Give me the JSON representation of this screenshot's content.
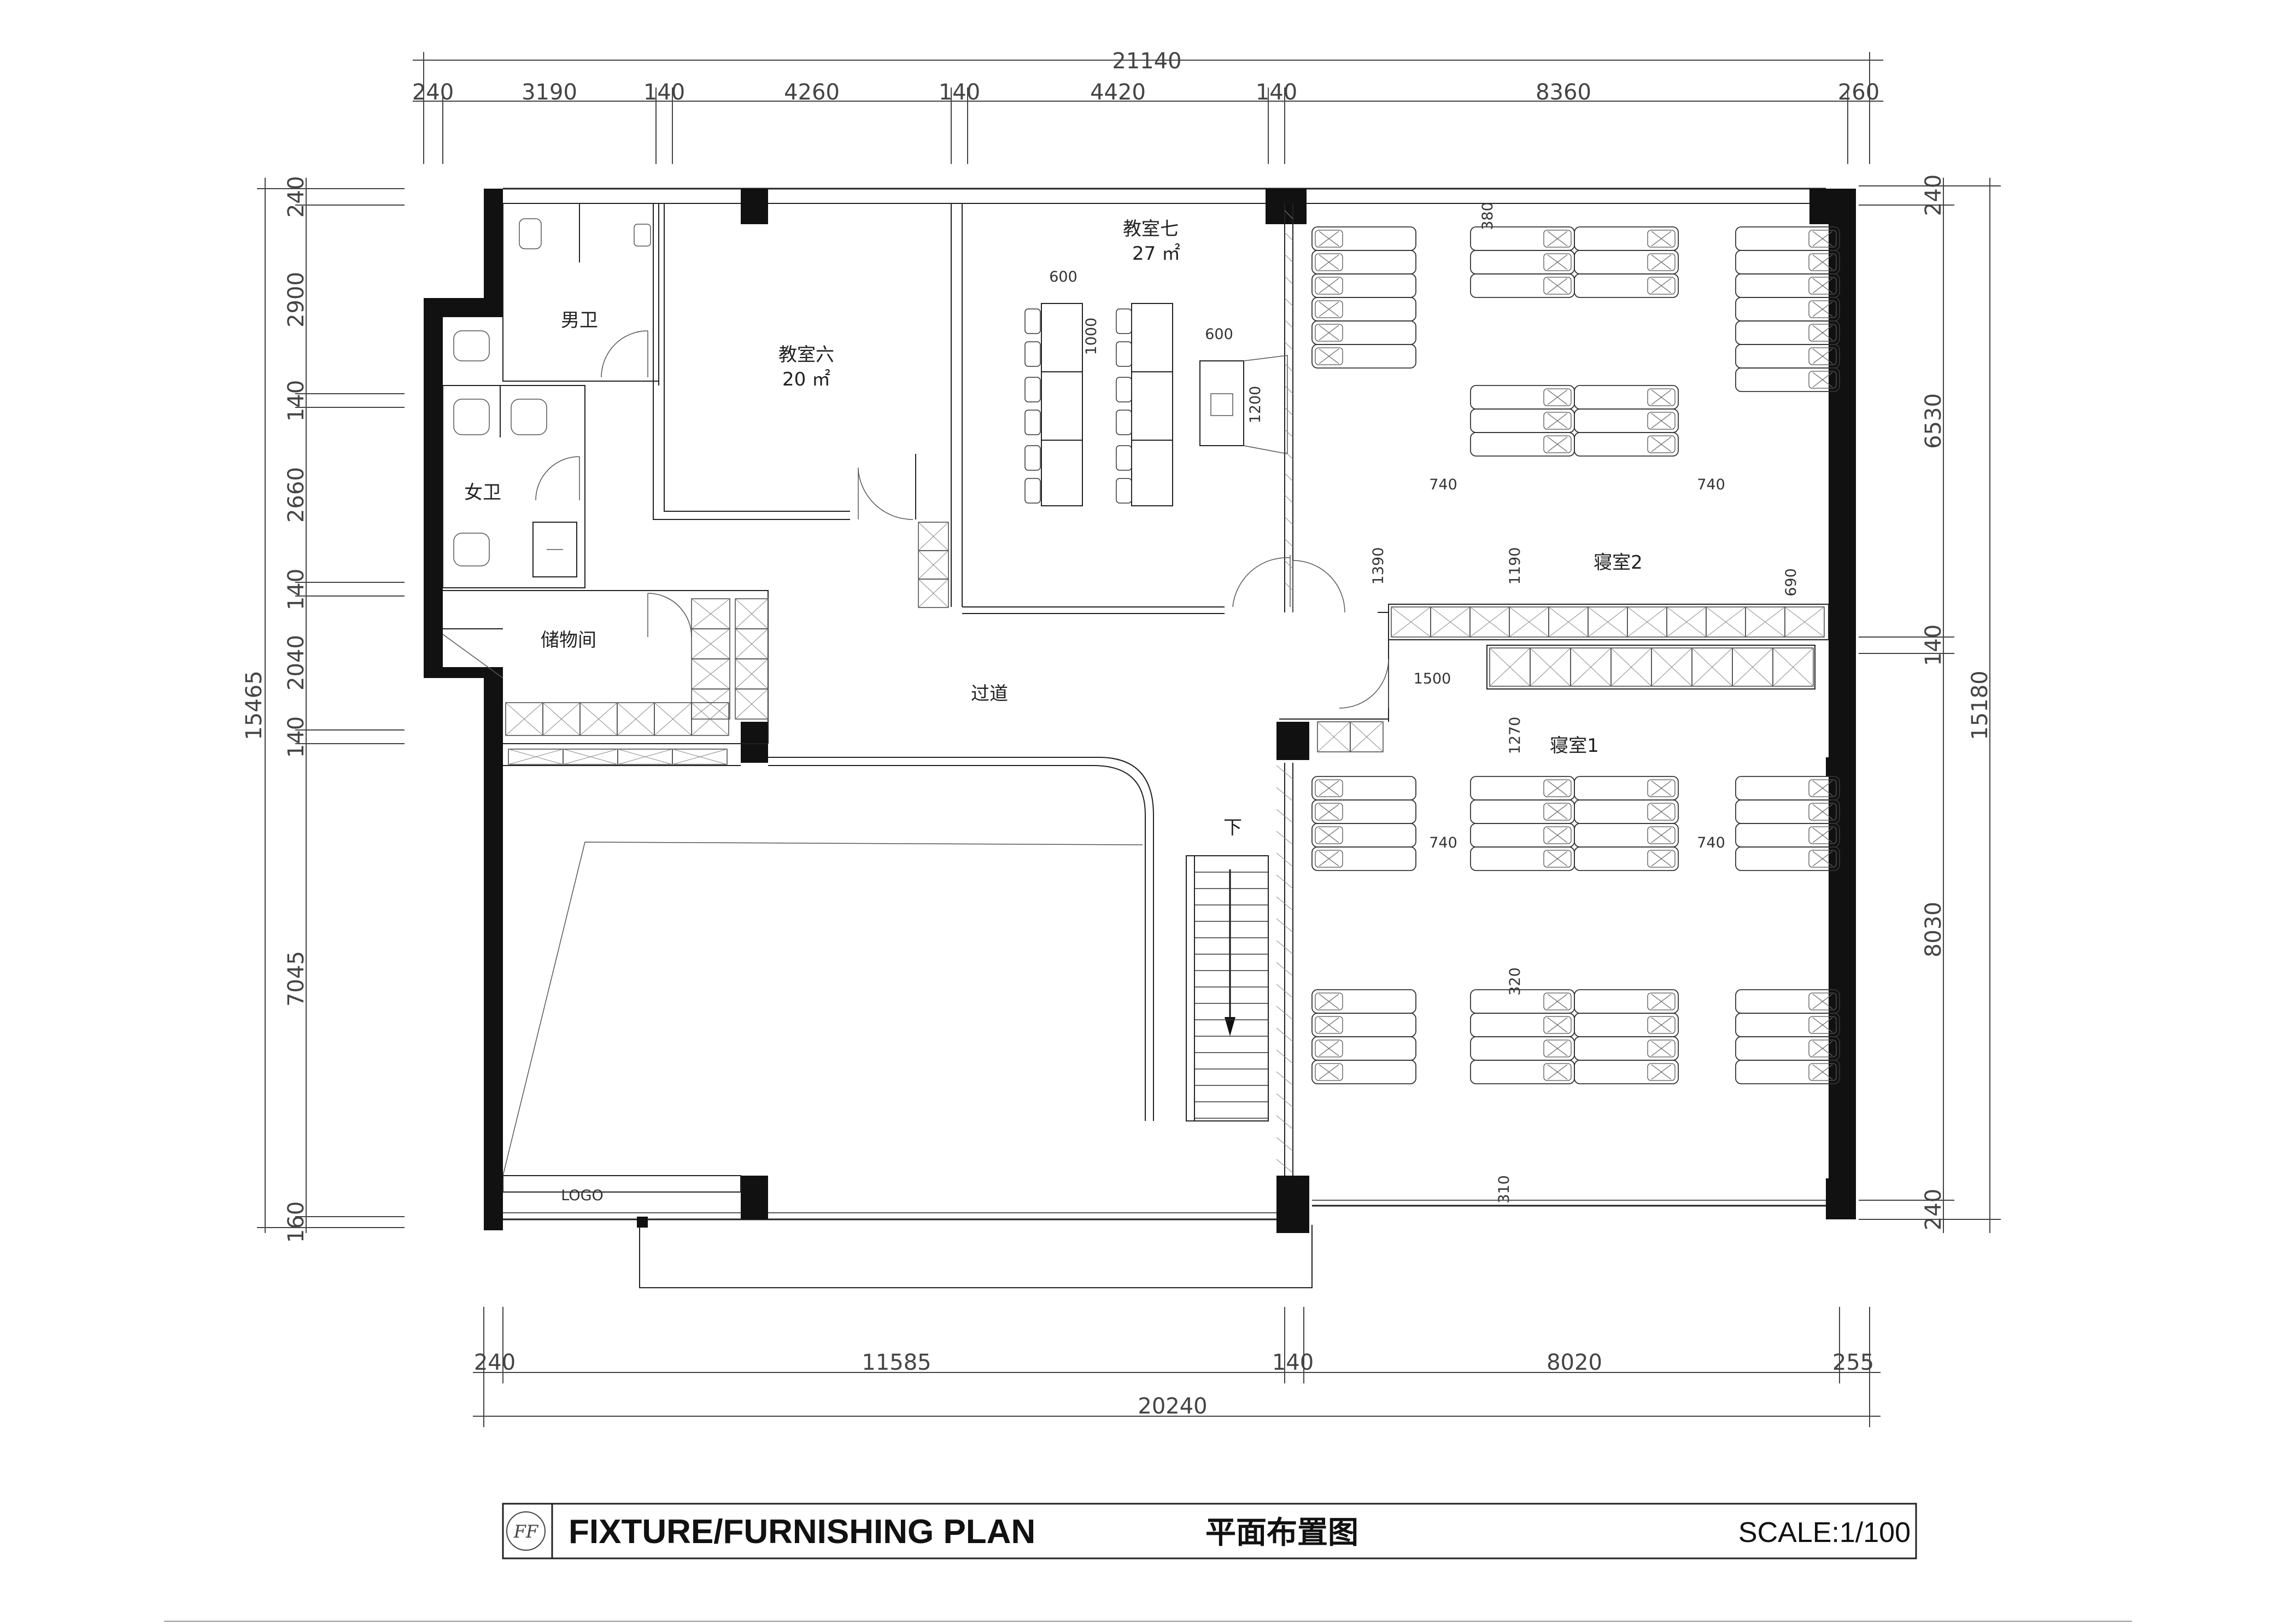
{
  "title_block": {
    "logo_text": "FF",
    "title_en": "FIXTURE/FURNISHING PLAN",
    "title_cn": "平面布置图",
    "scale": "SCALE:1/100"
  },
  "top_dimensions": {
    "overall": "21140",
    "segments": [
      "240",
      "3190",
      "140",
      "4260",
      "140",
      "4420",
      "140",
      "8360",
      "260"
    ]
  },
  "bottom_dimensions": {
    "overall": "20240",
    "segments": [
      "240",
      "11585",
      "140",
      "8020",
      "255"
    ]
  },
  "left_dimensions": {
    "overall": "15465",
    "segments": [
      "240",
      "2900",
      "140",
      "2660",
      "140",
      "2040",
      "140",
      "7045",
      "160"
    ]
  },
  "right_dimensions": {
    "upper": "6530",
    "lower": "8030",
    "overall": "15180",
    "segments": [
      "240",
      "140",
      "240"
    ]
  },
  "rooms": {
    "mens_toilet": "男卫",
    "womens_toilet": "女卫",
    "storage": "储物间",
    "classroom6": "教室六",
    "classroom6_area": "20 ㎡",
    "classroom7": "教室七",
    "classroom7_area": "27 ㎡",
    "corridor": "过道",
    "dorm2": "寝室2",
    "dorm1": "寝室1",
    "stairs_down": "下",
    "logo_wall": "LOGO"
  },
  "inner_dimensions": {
    "desk_w": "600",
    "desk_l": "1000",
    "podium_w": "600",
    "podium_l": "1200",
    "aisle_a": "740",
    "aisle_b": "740",
    "aisle_c": "740",
    "aisle_d": "740",
    "gap_1390": "1390",
    "gap_1190": "1190",
    "gap_690": "690",
    "door_1500": "1500",
    "gap_1270": "1270",
    "gap_380": "380",
    "gap_320": "320",
    "gap_310": "310"
  }
}
